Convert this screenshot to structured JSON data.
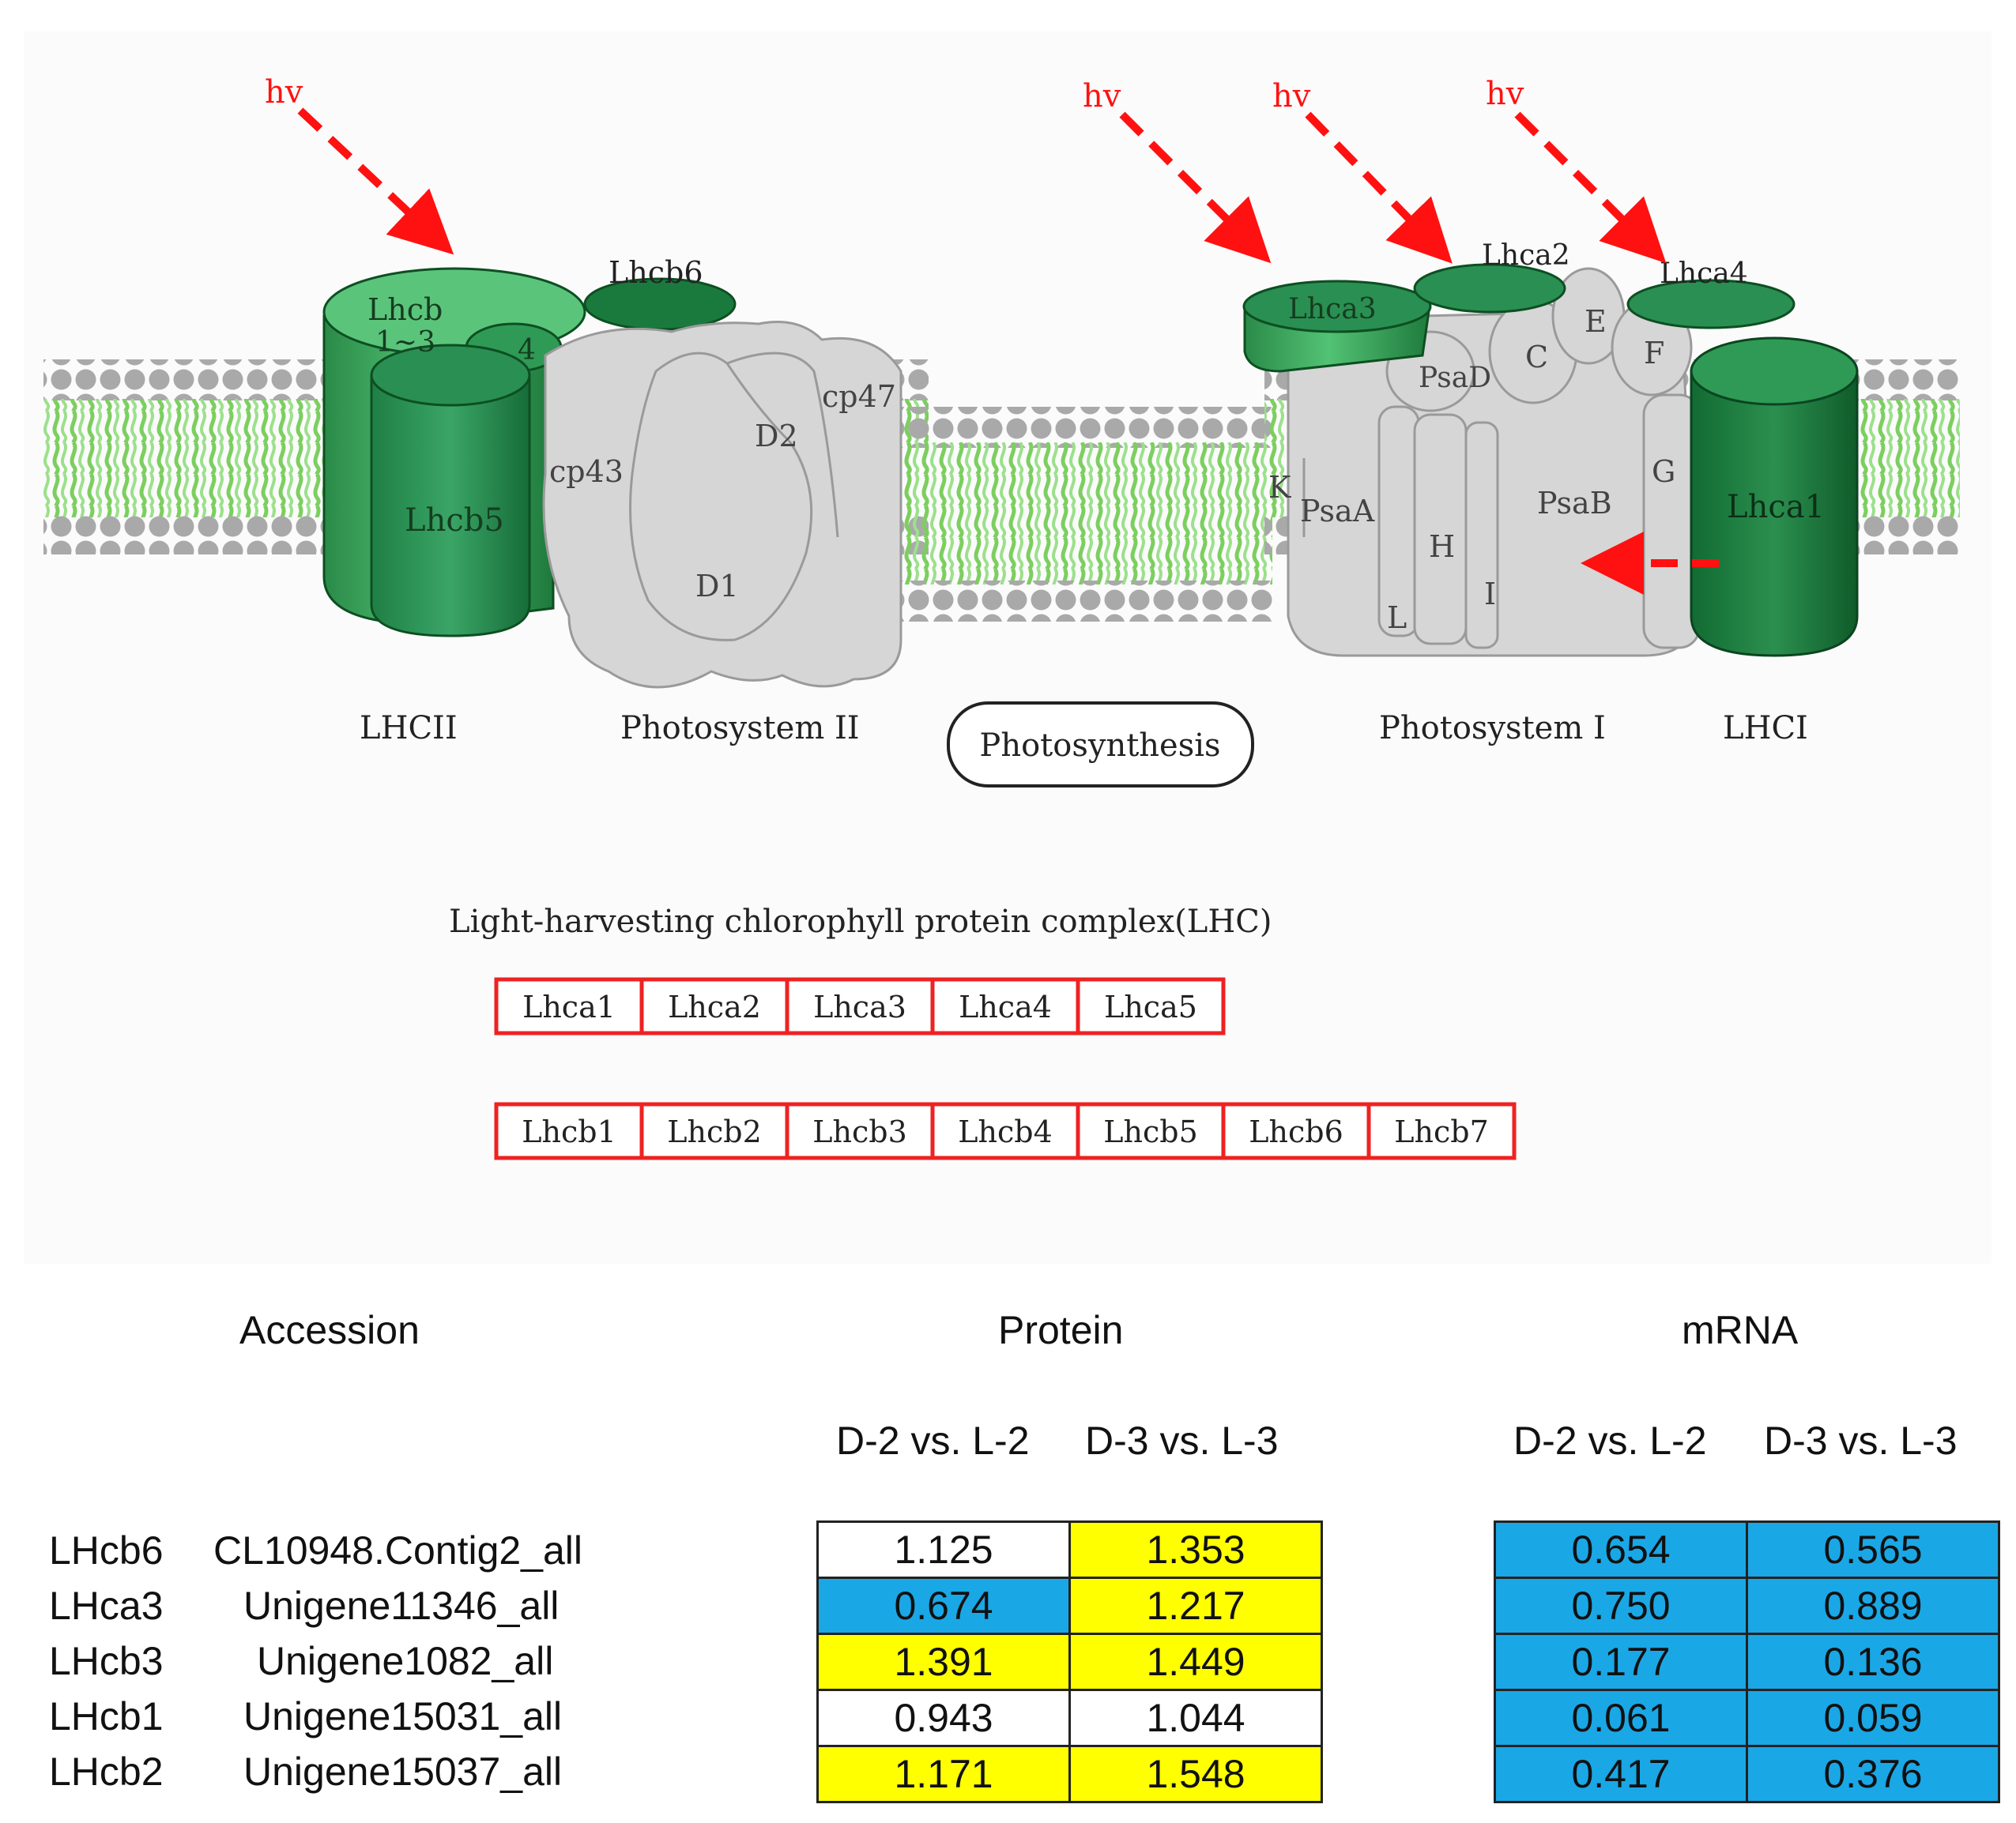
{
  "diagram": {
    "light_label": "hv",
    "proteins": {
      "lhcb13": "Lhcb",
      "lhcb13_sub": "1~3",
      "lhcb4": "4",
      "lhcb5": "Lhcb5",
      "lhcb6": "Lhcb6",
      "cp43": "cp43",
      "cp47": "cp47",
      "d1": "D1",
      "d2": "D2",
      "lhca1": "Lhca1",
      "lhca2": "Lhca2",
      "lhca3": "Lhca3",
      "lhca4": "Lhca4",
      "psaa": "PsaA",
      "psab": "PsaB",
      "psad": "PsaD",
      "c": "C",
      "e": "E",
      "f": "F",
      "g": "G",
      "h": "H",
      "i": "I",
      "k": "K",
      "l": "L"
    },
    "groups": {
      "lhcii": "LHCII",
      "psii": "Photosystem II",
      "psi": "Photosystem I",
      "lhci": "LHCI"
    },
    "pathway_button": "Photosynthesis",
    "lhc_title": "Light-harvesting chlorophyll protein complex(LHC)",
    "lhca_boxes": [
      "Lhca1",
      "Lhca2",
      "Lhca3",
      "Lhca4",
      "Lhca5"
    ],
    "lhcb_boxes": [
      "Lhcb1",
      "Lhcb2",
      "Lhcb3",
      "Lhcb4",
      "Lhcb5",
      "Lhcb6",
      "Lhcb7"
    ],
    "colors": {
      "highlight_border": "#ee2222",
      "arrow": "#ff1111",
      "green_dark": "#1a7a3e",
      "green_light": "#3fa862",
      "membrane_green": "#9ce08c"
    }
  },
  "table": {
    "headers": {
      "accession": "Accession",
      "protein": "Protein",
      "mrna": "mRNA"
    },
    "comparisons": [
      "D-2 vs. L-2",
      "D-3 vs. L-3"
    ],
    "rows": [
      {
        "gene": "LHcb6",
        "id": "CL10948.Contig2_all",
        "protein": [
          "1.125",
          "1.353"
        ],
        "protein_color": [
          "white",
          "yellow"
        ],
        "mrna": [
          "0.654",
          "0.565"
        ]
      },
      {
        "gene": "LHca3",
        "id": "Unigene11346_all",
        "protein": [
          "0.674",
          "1.217"
        ],
        "protein_color": [
          "blue",
          "yellow"
        ],
        "mrna": [
          "0.750",
          "0.889"
        ]
      },
      {
        "gene": "LHcb3",
        "id": "Unigene1082_all",
        "protein": [
          "1.391",
          "1.449"
        ],
        "protein_color": [
          "yellow",
          "yellow"
        ],
        "mrna": [
          "0.177",
          "0.136"
        ]
      },
      {
        "gene": "LHcb1",
        "id": "Unigene15031_all",
        "protein": [
          "0.943",
          "1.044"
        ],
        "protein_color": [
          "white",
          "white"
        ],
        "mrna": [
          "0.061",
          "0.059"
        ]
      },
      {
        "gene": "LHcb2",
        "id": "Unigene15037_all",
        "protein": [
          "1.171",
          "1.548"
        ],
        "protein_color": [
          "yellow",
          "yellow"
        ],
        "mrna": [
          "0.417",
          "0.376"
        ]
      }
    ],
    "colors": {
      "white": "#ffffff",
      "yellow": "#ffff00",
      "blue": "#1aa7e6"
    }
  }
}
